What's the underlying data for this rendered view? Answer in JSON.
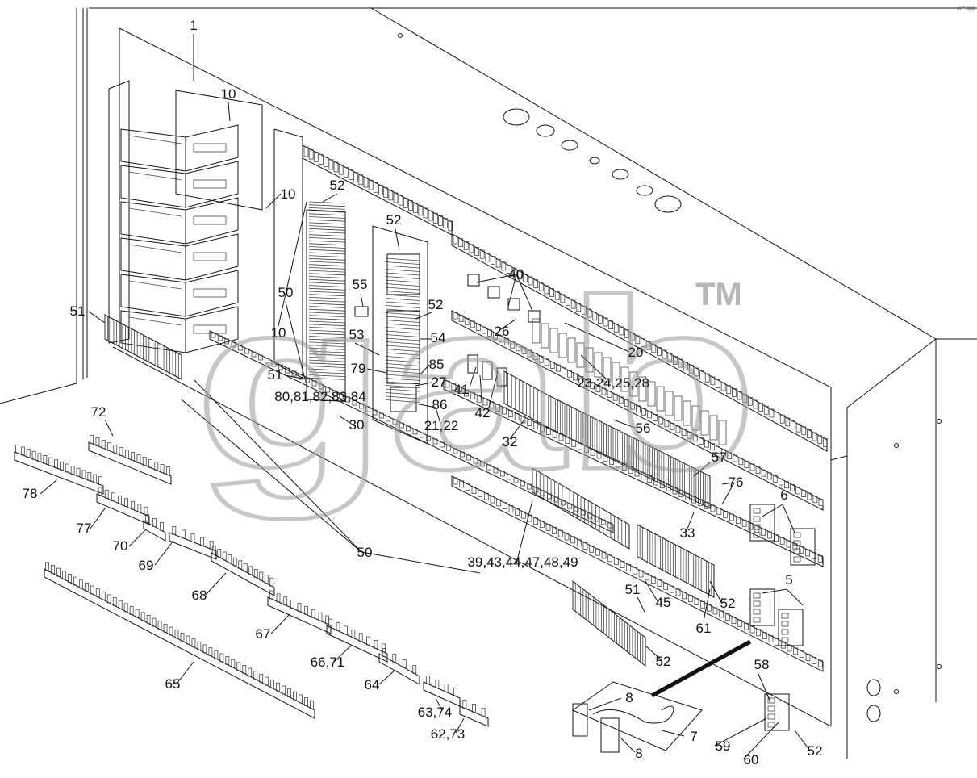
{
  "corner_mark": "a⁸⁸ ooo",
  "watermark": {
    "text": "gab",
    "trademark": "TM"
  },
  "callouts": [
    "1",
    "10",
    "10",
    "10",
    "52",
    "52",
    "52",
    "55",
    "50",
    "53",
    "54",
    "51",
    "79",
    "85",
    "27",
    "26",
    "40",
    "20",
    "41",
    "42",
    "86",
    "23,24,25,28",
    "80,81,82,83,84",
    "30",
    "21,22",
    "32",
    "56",
    "57",
    "76",
    "6",
    "33",
    "39,43,44,47,48,49",
    "45",
    "52",
    "5",
    "61",
    "51",
    "52",
    "58",
    "8",
    "8",
    "7",
    "59",
    "60",
    "52",
    "51",
    "72",
    "78",
    "77",
    "70",
    "69",
    "50",
    "68",
    "67",
    "66,71",
    "64",
    "65",
    "63,74",
    "62,73"
  ]
}
